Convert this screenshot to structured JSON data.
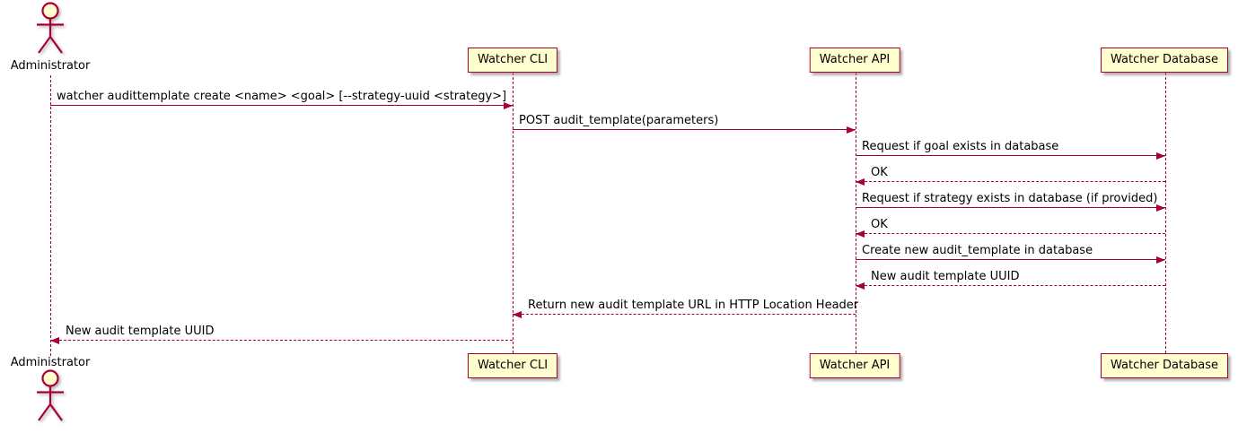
{
  "diagram": {
    "type": "uml-sequence-diagram",
    "colors": {
      "accent": "#A80036",
      "participant_fill": "#FEFECE",
      "text": "#000000",
      "background": "#FFFFFF"
    },
    "actor": {
      "name": "Administrator"
    },
    "participants": [
      {
        "name": "Watcher CLI"
      },
      {
        "name": "Watcher API"
      },
      {
        "name": "Watcher Database"
      }
    ],
    "messages": [
      {
        "from": "Administrator",
        "to": "Watcher CLI",
        "style": "solid",
        "text": "watcher audittemplate create <name> <goal> [--strategy-uuid <strategy>]"
      },
      {
        "from": "Watcher CLI",
        "to": "Watcher API",
        "style": "solid",
        "text": "POST audit_template(parameters)"
      },
      {
        "from": "Watcher API",
        "to": "Watcher Database",
        "style": "solid",
        "text": "Request if goal exists in database"
      },
      {
        "from": "Watcher Database",
        "to": "Watcher API",
        "style": "dashed",
        "text": "OK"
      },
      {
        "from": "Watcher API",
        "to": "Watcher Database",
        "style": "solid",
        "text": "Request if strategy exists in database (if provided)"
      },
      {
        "from": "Watcher Database",
        "to": "Watcher API",
        "style": "dashed",
        "text": "OK"
      },
      {
        "from": "Watcher API",
        "to": "Watcher Database",
        "style": "solid",
        "text": "Create new audit_template in database"
      },
      {
        "from": "Watcher Database",
        "to": "Watcher API",
        "style": "dashed",
        "text": "New audit template UUID"
      },
      {
        "from": "Watcher API",
        "to": "Watcher CLI",
        "style": "dashed",
        "text": "Return new audit template URL in HTTP Location Header"
      },
      {
        "from": "Watcher CLI",
        "to": "Administrator",
        "style": "dashed",
        "text": "New audit template UUID"
      }
    ]
  }
}
